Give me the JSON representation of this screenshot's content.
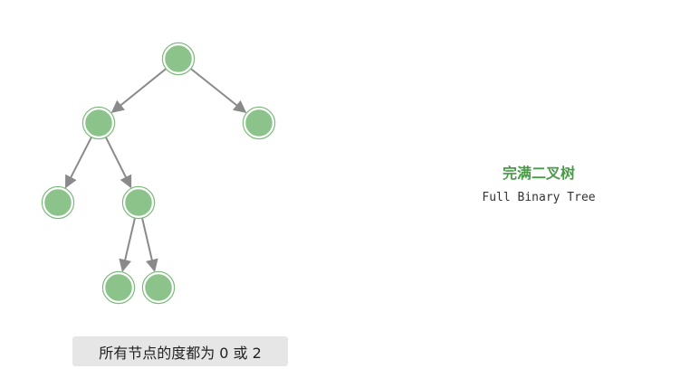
{
  "diagram": {
    "title": "完满二叉树",
    "subtitle": "Full Binary Tree",
    "caption": "所有节点的度都为 0 或 2",
    "colors": {
      "node_fill": "#8bc38b",
      "edge": "#8a8a8a",
      "title": "#4a9a4a",
      "caption_bg": "#e6e6e6"
    },
    "tree": {
      "nodes": [
        "root",
        "L",
        "R",
        "LL",
        "LR",
        "LRL",
        "LRR"
      ],
      "edges": [
        [
          "root",
          "L"
        ],
        [
          "root",
          "R"
        ],
        [
          "L",
          "LL"
        ],
        [
          "L",
          "LR"
        ],
        [
          "LR",
          "LRL"
        ],
        [
          "LR",
          "LRR"
        ]
      ]
    }
  }
}
